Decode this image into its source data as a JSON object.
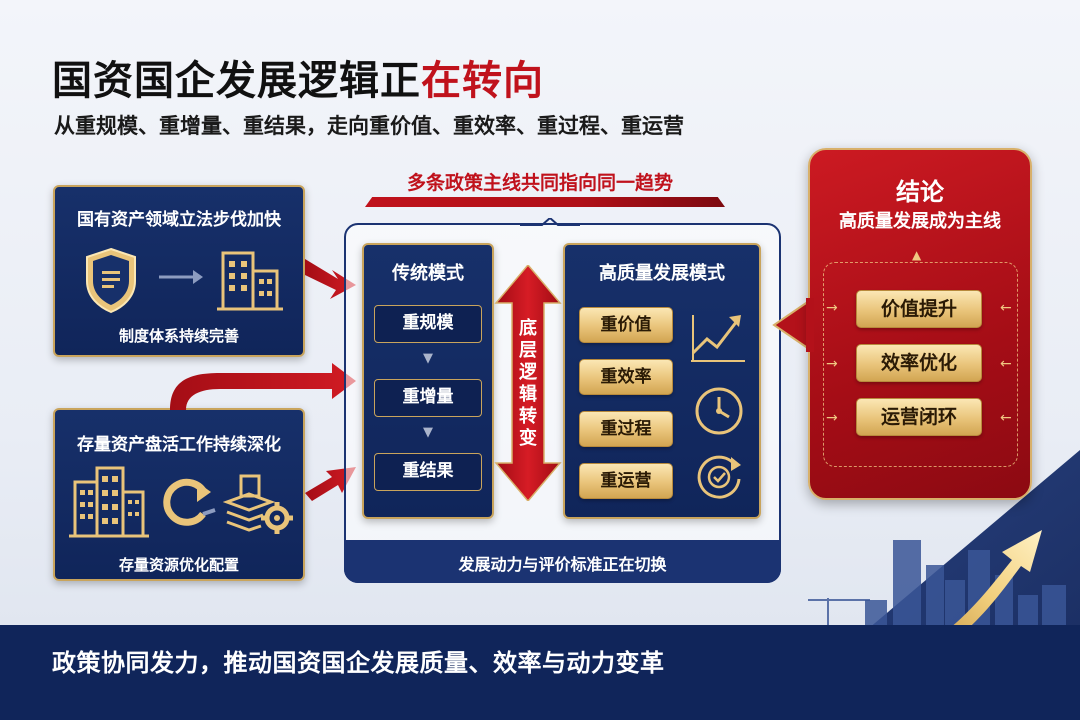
{
  "title": {
    "main": "国资国企发展逻辑正",
    "highlight": "在转向"
  },
  "subtitle": "从重规模、重增量、重结果，走向重价值、重效率、重过程、重运营",
  "ribbon": {
    "text": "多条政策主线共同指向同一趋势"
  },
  "left_cards": [
    {
      "title": "国有资产领域立法步伐加快",
      "caption": "制度体系持续完善",
      "icons": [
        "shield-document-icon",
        "arrow-right-icon",
        "building-icon"
      ]
    },
    {
      "title": "存量资产盘活工作持续深化",
      "caption": "存量资源优化配置",
      "icons": [
        "buildings-icon",
        "cycle-arrow-icon",
        "gear-stack-icon"
      ]
    }
  ],
  "traditional_mode": {
    "title": "传统模式",
    "items": [
      "重规模",
      "重增量",
      "重结果"
    ]
  },
  "transition": {
    "label": "底层逻辑转变"
  },
  "high_quality_mode": {
    "title": "高质量发展模式",
    "items": [
      "重价值",
      "重效率",
      "重过程",
      "重运营"
    ],
    "icons": [
      "trend-chart-icon",
      "clock-icon",
      "cycle-clock-icon"
    ]
  },
  "center_footer": "发展动力与评价标准正在切换",
  "conclusion": {
    "title": "结论",
    "subtitle": "高质量发展成为主线",
    "items": [
      "价值提升",
      "效率优化",
      "运营闭环"
    ]
  },
  "banner": {
    "text": "政策协同发力，推动国资国企发展质量、效率与动力变革"
  },
  "colors": {
    "navy": "#17306a",
    "red": "#c0121c",
    "gold": "#e9c47a"
  }
}
